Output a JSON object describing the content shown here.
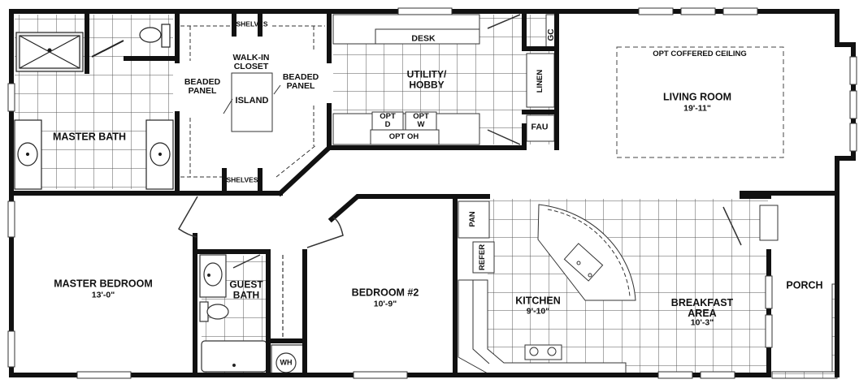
{
  "plan": {
    "rooms": {
      "master_bath": {
        "name": "MASTER BATH"
      },
      "walk_in_closet": {
        "name": "WALK-IN\nCLOSET"
      },
      "utility_hobby": {
        "name": "UTILITY/\nHOBBY"
      },
      "living_room": {
        "name": "LIVING ROOM",
        "dimension": "19'-11\""
      },
      "master_bedroom": {
        "name": "MASTER BEDROOM",
        "dimension": "13'-0\""
      },
      "guest_bath": {
        "name": "GUEST\nBATH"
      },
      "bedroom_2": {
        "name": "BEDROOM #2",
        "dimension": "10'-9\""
      },
      "kitchen": {
        "name": "KITCHEN",
        "dimension": "9'-10\""
      },
      "breakfast_area": {
        "name": "BREAKFAST\nAREA",
        "dimension": "10'-3\""
      },
      "porch": {
        "name": "PORCH"
      }
    },
    "fixtures": {
      "shelves_top": "SHELVES",
      "shelves_bottom": "SHELVES",
      "beaded_panel_left": "BEADED\nPANEL",
      "beaded_panel_right": "BEADED\nPANEL",
      "island": "ISLAND",
      "desk": "DESK",
      "opt_d": "OPT\nD",
      "opt_w": "OPT\nW",
      "opt_oh": "OPT OH",
      "gc": "GC",
      "linen": "LINEN",
      "fau": "FAU",
      "opt_coffered_ceiling": "OPT COFFERED CEILING",
      "pan": "PAN",
      "refer": "REFER",
      "wh": "WH"
    },
    "colors": {
      "wall": "#111111",
      "grid": "#333333",
      "background": "#ffffff"
    }
  }
}
